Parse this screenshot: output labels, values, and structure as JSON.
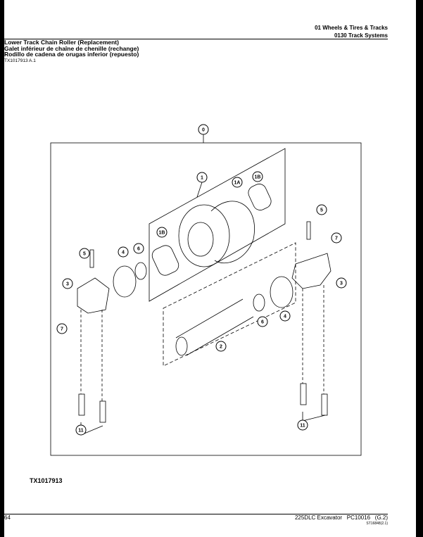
{
  "header": {
    "section": "01 Wheels & Tires & Tracks",
    "subsection": "0130 Track Systems"
  },
  "title": {
    "en": "Lower Track Chain Roller (Replacement)",
    "fr": "Galet inférieur de chaîne de chenille (rechange)",
    "es": "Rodillo de cadena de orugas inferior (repuesto)"
  },
  "reference": "TX1017913 A.1",
  "figure_id": "TX1017913",
  "callouts": [
    "0",
    "1",
    "1A",
    "1B",
    "1B",
    "5",
    "7",
    "5",
    "4",
    "6",
    "3",
    "3",
    "4",
    "6",
    "2",
    "7",
    "11",
    "11"
  ],
  "footer": {
    "page": "64",
    "model": "225DLC Excavator   PC10016   (G.2)",
    "code": "ST16848(2.1)"
  }
}
